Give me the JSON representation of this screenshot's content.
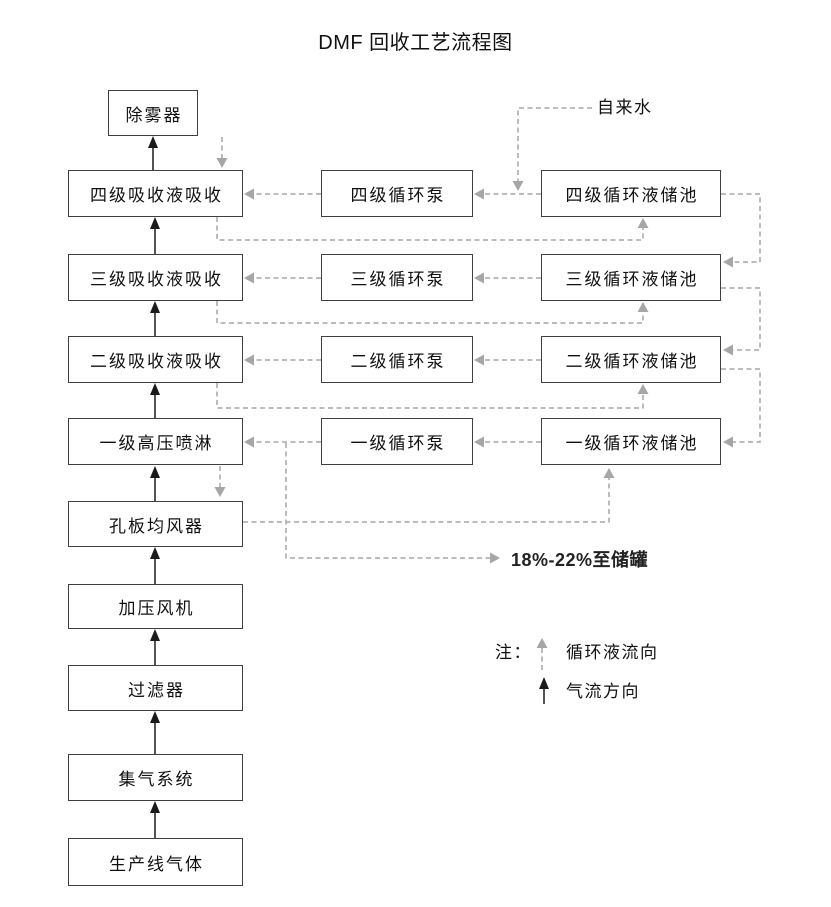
{
  "title": "DMF 回收工艺流程图",
  "colors": {
    "line_gray": "#a6a6a6",
    "line_black": "#1a1a1a",
    "box_border": "#3f3f3f",
    "text": "#111111"
  },
  "nodes": {
    "demister": "除雾器",
    "absorb4": "四级吸收液吸收",
    "absorb3": "三级吸收液吸收",
    "absorb2": "二级吸收液吸收",
    "spray1": "一级高压喷淋",
    "orifice": "孔板均风器",
    "fan": "加压风机",
    "filter": "过滤器",
    "gas_collect": "集气系统",
    "prod_gas": "生产线气体",
    "pump4": "四级循环泵",
    "pump3": "三级循环泵",
    "pump2": "二级循环泵",
    "pump1": "一级循环泵",
    "tank4": "四级循环液储池",
    "tank3": "三级循环液储池",
    "tank2": "二级循环液储池",
    "tank1": "一级循环液储池"
  },
  "gas_path": [
    "生产线气体",
    "集气系统",
    "过滤器",
    "加压风机",
    "孔板均风器",
    "一级高压喷淋",
    "二级吸收液吸收",
    "三级吸收液吸收",
    "四级吸收液吸收",
    "除雾器"
  ],
  "labels": {
    "tap_water": "自来水",
    "to_storage": "18%-22%至储罐"
  },
  "legend": {
    "note_label": "注：",
    "items": [
      {
        "symbol": "dashed-up-arrow",
        "label": "循环液流向"
      },
      {
        "symbol": "solid-up-arrow",
        "label": "气流方向"
      }
    ]
  }
}
